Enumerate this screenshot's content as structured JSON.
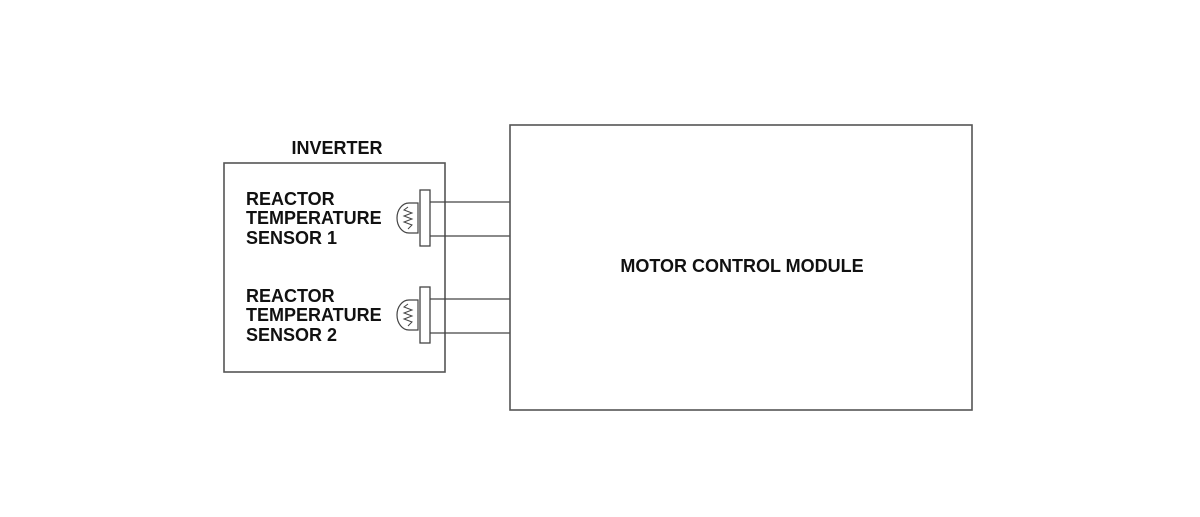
{
  "inverter": {
    "title": "INVERTER",
    "sensors": [
      {
        "lines": [
          "REACTOR",
          "TEMPERATURE",
          "SENSOR 1"
        ]
      },
      {
        "lines": [
          "REACTOR",
          "TEMPERATURE",
          "SENSOR 2"
        ]
      }
    ]
  },
  "module": {
    "title": "MOTOR CONTROL MODULE"
  },
  "colors": {
    "stroke": "#444444",
    "text": "#111111",
    "background": "#ffffff"
  }
}
